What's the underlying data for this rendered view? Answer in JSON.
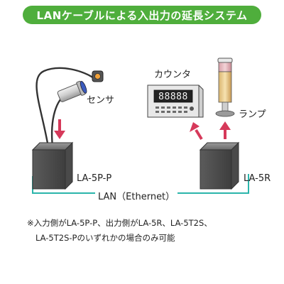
{
  "title": "LANケーブルによる入出力の延長システム",
  "labels": {
    "sensor": "センサ",
    "counter": "カウンタ",
    "lamp": "ランプ",
    "input_unit": "LA-5P-P",
    "output_unit": "LA-5R",
    "link": "LAN（Ethernet）"
  },
  "counter_display": "88888",
  "note": {
    "line1": "※入力側がLA-5P-P、出力側がLA-5R、LA-5T2S、",
    "line2": "LA-5T2S-Pのいずれかの場合のみ可能"
  },
  "colors": {
    "title_bg": "#4fae3c",
    "lan_line": "#2bb5ab",
    "arrow": "#d6395a",
    "unit_body": "#666666"
  }
}
